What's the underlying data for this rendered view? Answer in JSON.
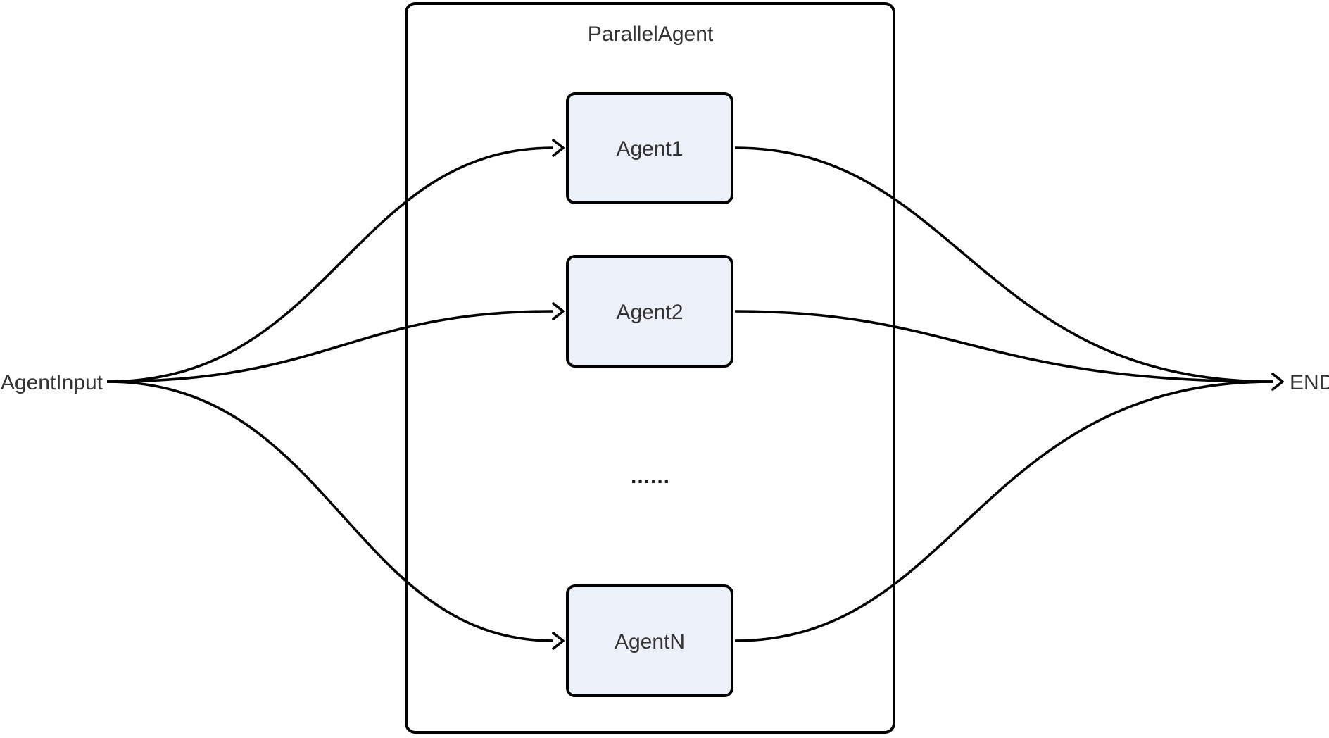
{
  "diagram": {
    "type": "flowchart",
    "direction": "left-to-right",
    "background_color": "#ffffff"
  },
  "container": {
    "label": "ParallelAgent"
  },
  "nodes": {
    "input": {
      "label": "AgentInput"
    },
    "end": {
      "label": "END"
    },
    "agents": [
      {
        "label": "Agent1"
      },
      {
        "label": "Agent2"
      },
      {
        "label": "AgentN"
      }
    ],
    "ellipsis": {
      "label": "......"
    }
  },
  "edges": [
    {
      "from": "AgentInput",
      "to": "Agent1"
    },
    {
      "from": "AgentInput",
      "to": "Agent2"
    },
    {
      "from": "AgentInput",
      "to": "AgentN"
    },
    {
      "from": "Agent1",
      "to": "END"
    },
    {
      "from": "Agent2",
      "to": "END"
    },
    {
      "from": "AgentN",
      "to": "END"
    }
  ],
  "colors": {
    "agent_node_fill": "#ECF0F9",
    "node_border": "#000000",
    "edge_stroke": "#000000",
    "label_text": "#333333",
    "container_fill": "#ffffff"
  }
}
